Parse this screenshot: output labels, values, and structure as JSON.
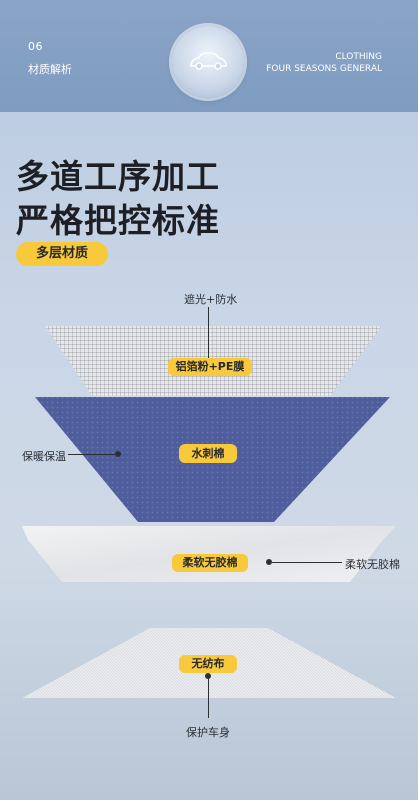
{
  "header": {
    "number": "06",
    "section_title": "材质解析",
    "right_line1": "CLOTHING",
    "right_line2": "FOUR SEASONS GENERAL"
  },
  "headline": {
    "line1": "多道工序加工",
    "line2": "严格把控标准"
  },
  "badge": "多层材质",
  "layers": {
    "top_caption": "遮光+防水",
    "layer1_tag": "铝箔粉+PE膜",
    "layer2_tag": "水刺棉",
    "layer2_label": "保暖保温",
    "layer3_tag": "柔软无胶棉",
    "layer3_label": "柔软无胶棉",
    "layer4_tag": "无纺布",
    "layer4_label": "保护车身"
  },
  "icons": {
    "emblem": "car-icon"
  },
  "colors": {
    "accent": "#f7c93b",
    "blue_layer": "#4a5a9a"
  }
}
